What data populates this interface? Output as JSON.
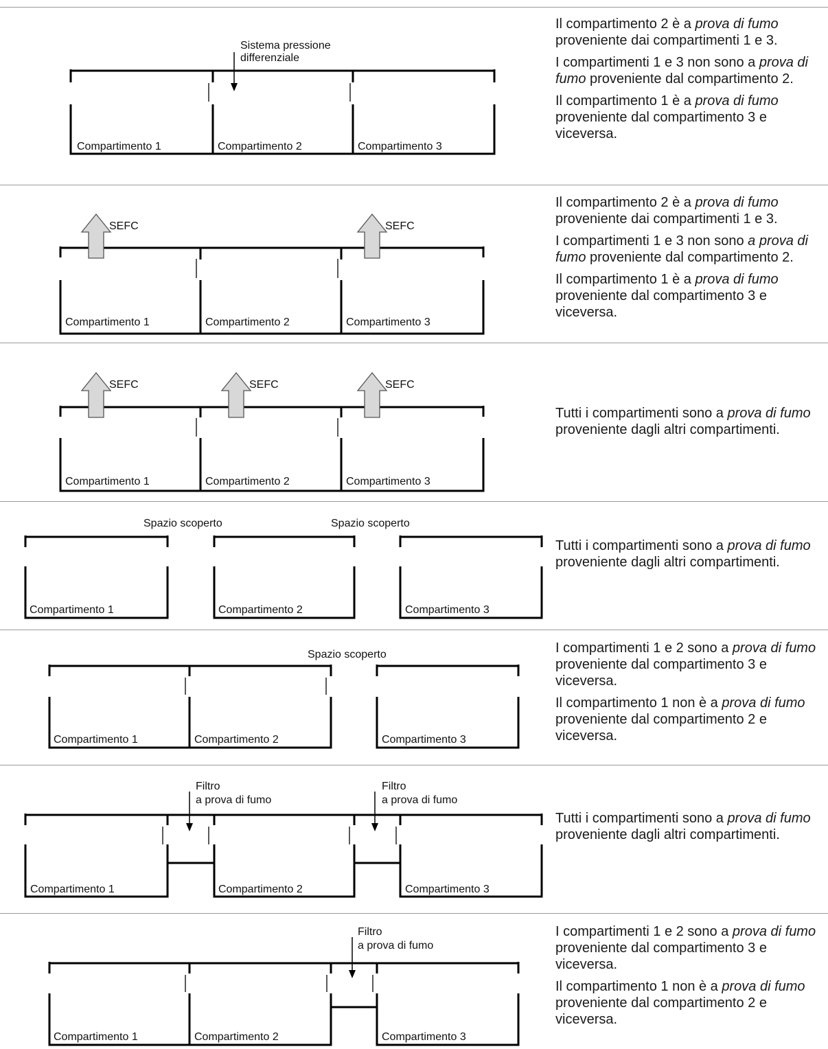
{
  "rows": [
    {
      "labels": {
        "c1": "Compartimento 1",
        "c2": "Compartimento 2",
        "c3": "Compartimento 3",
        "callout": "Sistema pressione\ndifferenziale"
      },
      "paragraphs": [
        [
          {
            "t": "Il compartimento 2 è a "
          },
          {
            "t": "prova di fumo",
            "i": true
          },
          {
            "t": " proveniente dai compartimenti 1 e 3."
          }
        ],
        [
          {
            "t": "I compartimenti 1 e 3 non sono a "
          },
          {
            "t": "prova di fumo",
            "i": true
          },
          {
            "t": " proveniente dal compartimento 2."
          }
        ],
        [
          {
            "t": "Il compartimento 1 è a "
          },
          {
            "t": "prova di fumo",
            "i": true
          },
          {
            "t": " proveniente dal compartimento 3 e viceversa."
          }
        ]
      ]
    },
    {
      "labels": {
        "c1": "Compartimento 1",
        "c2": "Compartimento 2",
        "c3": "Compartimento 3",
        "sefc": "SEFC"
      },
      "paragraphs": [
        [
          {
            "t": "Il compartimento 2 è a "
          },
          {
            "t": "prova di fumo",
            "i": true
          },
          {
            "t": " proveniente dai compartimenti 1 e 3."
          }
        ],
        [
          {
            "t": "I compartimenti 1 e 3 non sono "
          },
          {
            "t": "a prova di fumo",
            "i": true
          },
          {
            "t": " proveniente dal compartimento 2."
          }
        ],
        [
          {
            "t": "Il compartimento 1 è a "
          },
          {
            "t": "prova di fumo",
            "i": true
          },
          {
            "t": " proveniente dal compartimento 3 e viceversa."
          }
        ]
      ]
    },
    {
      "labels": {
        "c1": "Compartimento 1",
        "c2": "Compartimento 2",
        "c3": "Compartimento 3",
        "sefc": "SEFC"
      },
      "paragraphs": [
        [
          {
            "t": "Tutti i compartimenti sono a "
          },
          {
            "t": "prova di fumo",
            "i": true
          },
          {
            "t": " proveniente dagli altri compartimenti."
          }
        ]
      ]
    },
    {
      "labels": {
        "c1": "Compartimento 1",
        "c2": "Compartimento 2",
        "c3": "Compartimento 3",
        "open": "Spazio scoperto"
      },
      "paragraphs": [
        [
          {
            "t": "Tutti i compartimenti sono a "
          },
          {
            "t": "prova di fumo",
            "i": true
          },
          {
            "t": " proveniente dagli altri compartimenti."
          }
        ]
      ]
    },
    {
      "labels": {
        "c1": "Compartimento 1",
        "c2": "Compartimento 2",
        "c3": "Compartimento 3",
        "open": "Spazio scoperto"
      },
      "paragraphs": [
        [
          {
            "t": "I compartimenti 1 e 2 sono a "
          },
          {
            "t": "prova di fumo",
            "i": true
          },
          {
            "t": " proveniente dal compartimento 3 e viceversa."
          }
        ],
        [
          {
            "t": "Il compartimento 1 non è a "
          },
          {
            "t": "prova di fumo",
            "i": true
          },
          {
            "t": " proveniente dal compartimento 2 e viceversa."
          }
        ]
      ]
    },
    {
      "labels": {
        "c1": "Compartimento 1",
        "c2": "Compartimento 2",
        "c3": "Compartimento 3",
        "filter": "Filtro\na prova di fumo"
      },
      "paragraphs": [
        [
          {
            "t": "Tutti i compartimenti sono a "
          },
          {
            "t": "prova di fumo",
            "i": true
          },
          {
            "t": " proveniente dagli altri compartimenti."
          }
        ]
      ]
    },
    {
      "labels": {
        "c1": "Compartimento 1",
        "c2": "Compartimento 2",
        "c3": "Compartimento 3",
        "filter": "Filtro\na prova di fumo"
      },
      "paragraphs": [
        [
          {
            "t": "I compartimenti 1 e 2 sono a "
          },
          {
            "t": "prova di fumo",
            "i": true
          },
          {
            "t": " proveniente dal compartimento 3 e viceversa."
          }
        ],
        [
          {
            "t": "Il compartimento 1 non è a "
          },
          {
            "t": "prova di fumo",
            "i": true
          },
          {
            "t": " proveniente dal compartimento 2 e viceversa."
          }
        ]
      ]
    }
  ]
}
